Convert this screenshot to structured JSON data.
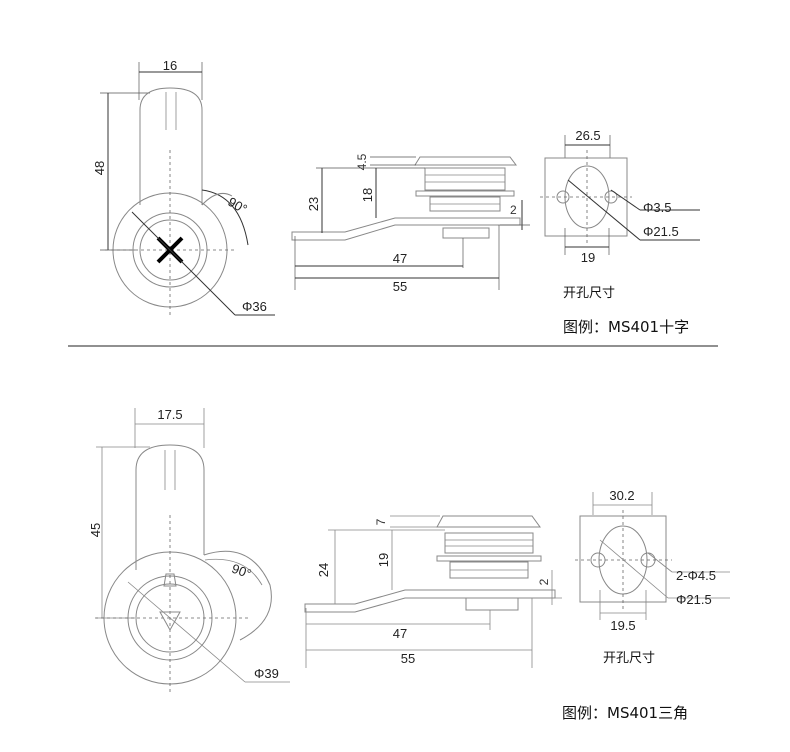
{
  "top": {
    "width_dim": "16",
    "height_dim": "48",
    "angle": "90°",
    "diameter": "Φ36",
    "side_top": "4.5",
    "side_h1": "23",
    "side_h2": "18",
    "side_gap": "2",
    "side_l1": "47",
    "side_l2": "55",
    "hole_w": "26.5",
    "hole_d1": "Φ3.5",
    "hole_d2": "Φ21.5",
    "hole_bottom": "19",
    "hole_label": "开孔尺寸",
    "caption": "图例：MS401十字"
  },
  "bottom": {
    "width_dim": "17.5",
    "height_dim": "45",
    "angle": "90°",
    "diameter": "Φ39",
    "side_top": "7",
    "side_h1": "24",
    "side_h2": "19",
    "side_gap": "2",
    "side_l1": "47",
    "side_l2": "55",
    "hole_w": "30.2",
    "hole_d1": "2-Φ4.5",
    "hole_d2": "Φ21.5",
    "hole_bottom": "19.5",
    "hole_label": "开孔尺寸",
    "caption": "图例：MS401三角"
  }
}
